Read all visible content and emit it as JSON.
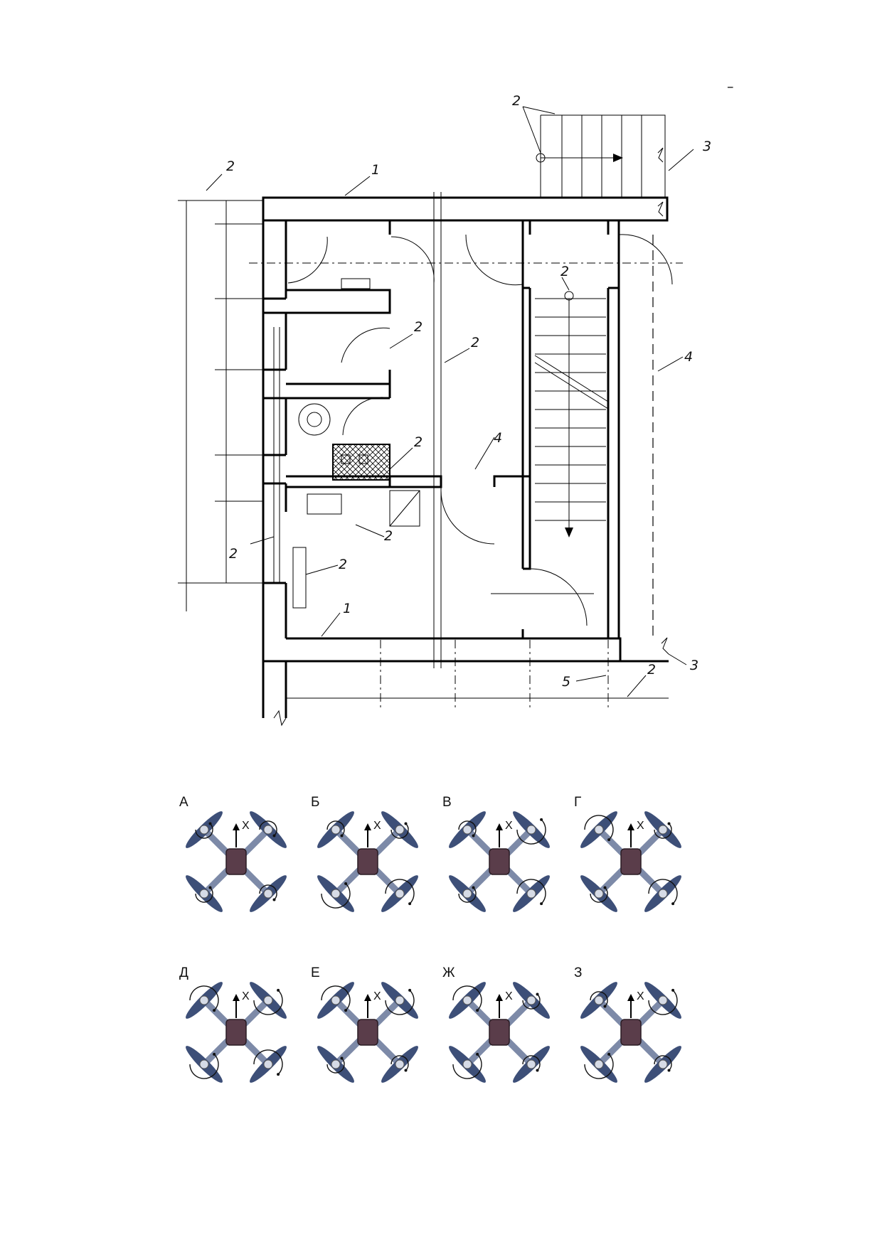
{
  "plan": {
    "top_mark": "–",
    "callouts": [
      "1",
      "2",
      "3",
      "4",
      "5"
    ]
  },
  "drones": [
    {
      "letter": "А",
      "axis_label": "X",
      "rotors": {
        "tl": "ccw",
        "tr": "cw",
        "bl": "ccw",
        "br": "cw"
      }
    },
    {
      "letter": "Б",
      "axis_label": "X",
      "rotors": {
        "tl": "cw",
        "tr": "ccw",
        "bl": "ccw-big",
        "br": "cw-big"
      }
    },
    {
      "letter": "В",
      "axis_label": "X",
      "rotors": {
        "tl": "cw",
        "tr": "ccw-big",
        "bl": "ccw",
        "br": "cw-big"
      }
    },
    {
      "letter": "Г",
      "axis_label": "X",
      "rotors": {
        "tl": "cw-big",
        "tr": "ccw",
        "bl": "ccw",
        "br": "cw-big"
      }
    },
    {
      "letter": "Д",
      "axis_label": "X",
      "rotors": {
        "tl": "cw-big",
        "tr": "ccw-big",
        "bl": "ccw-big",
        "br": "cw-big"
      }
    },
    {
      "letter": "Е",
      "axis_label": "X",
      "rotors": {
        "tl": "cw-big",
        "tr": "ccw-big",
        "bl": "ccw",
        "br": "cw"
      }
    },
    {
      "letter": "Ж",
      "axis_label": "X",
      "rotors": {
        "tl": "cw-big",
        "tr": "ccw",
        "bl": "ccw-big",
        "br": "cw"
      }
    },
    {
      "letter": "З",
      "axis_label": "X",
      "rotors": {
        "tl": "cw",
        "tr": "ccw-big",
        "bl": "ccw-big",
        "br": "cw"
      }
    }
  ],
  "colors": {
    "line": "#000000",
    "arm": "#7d8aa8",
    "body": "#5a3d4a",
    "prop": "#3d4f78"
  }
}
